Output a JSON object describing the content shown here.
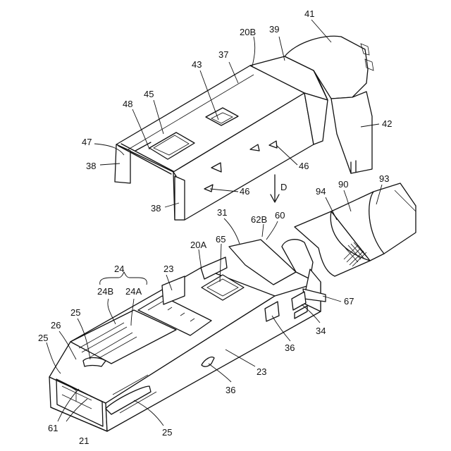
{
  "figure": {
    "labels": {
      "l41": "41",
      "l39": "39",
      "l20B": "20B",
      "l37": "37",
      "l43": "43",
      "l45": "45",
      "l48": "48",
      "l47": "47",
      "l38a": "38",
      "l38b": "38",
      "l42": "42",
      "l46a": "46",
      "l46b": "46",
      "lD": "D",
      "l94": "94",
      "l90": "90",
      "l93": "93",
      "l31": "31",
      "l62B": "62B",
      "l60": "60",
      "l20A": "20A",
      "l65": "65",
      "l23a": "23",
      "l24": "24",
      "l24B": "24B",
      "l24A": "24A",
      "l25a": "25",
      "l26": "26",
      "l25b": "25",
      "l67": "67",
      "l34": "34",
      "l36a": "36",
      "l23b": "23",
      "l36b": "36",
      "l61": "61",
      "l21": "21",
      "l25c": "25"
    }
  }
}
